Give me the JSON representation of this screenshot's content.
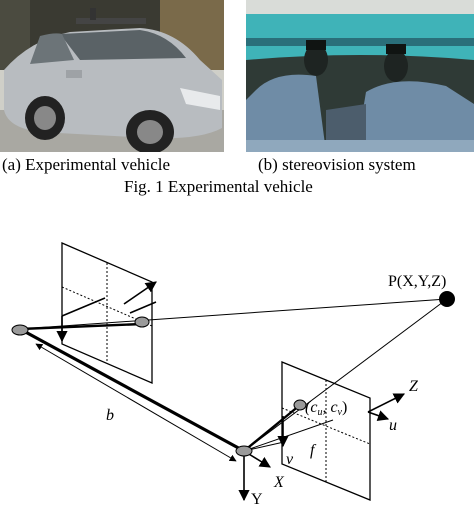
{
  "figure": {
    "caption_a": "(a) Experimental vehicle",
    "caption_b": "(b) stereovision system",
    "title": "Fig. 1 Experimental vehicle"
  },
  "diagram": {
    "point_label": "P(X,Y,Z)",
    "baseline_label": "b",
    "focal_label": "f",
    "principal_point_label": "(c",
    "principal_point_u_sub": "u",
    "principal_point_sep": ", c",
    "principal_point_v_sub": "v",
    "principal_point_close": ")",
    "axis_x": "X",
    "axis_y": "Y",
    "axis_z": "Z",
    "axis_u": "u",
    "axis_v": "v"
  },
  "colors": {
    "car_silver": "#b8bcc0",
    "sky_dark": "#2f3a36",
    "seat_blue": "#6f8ca6",
    "glass_teal": "#3fb3b8",
    "camera_ellipse": "#9a9a9a"
  }
}
